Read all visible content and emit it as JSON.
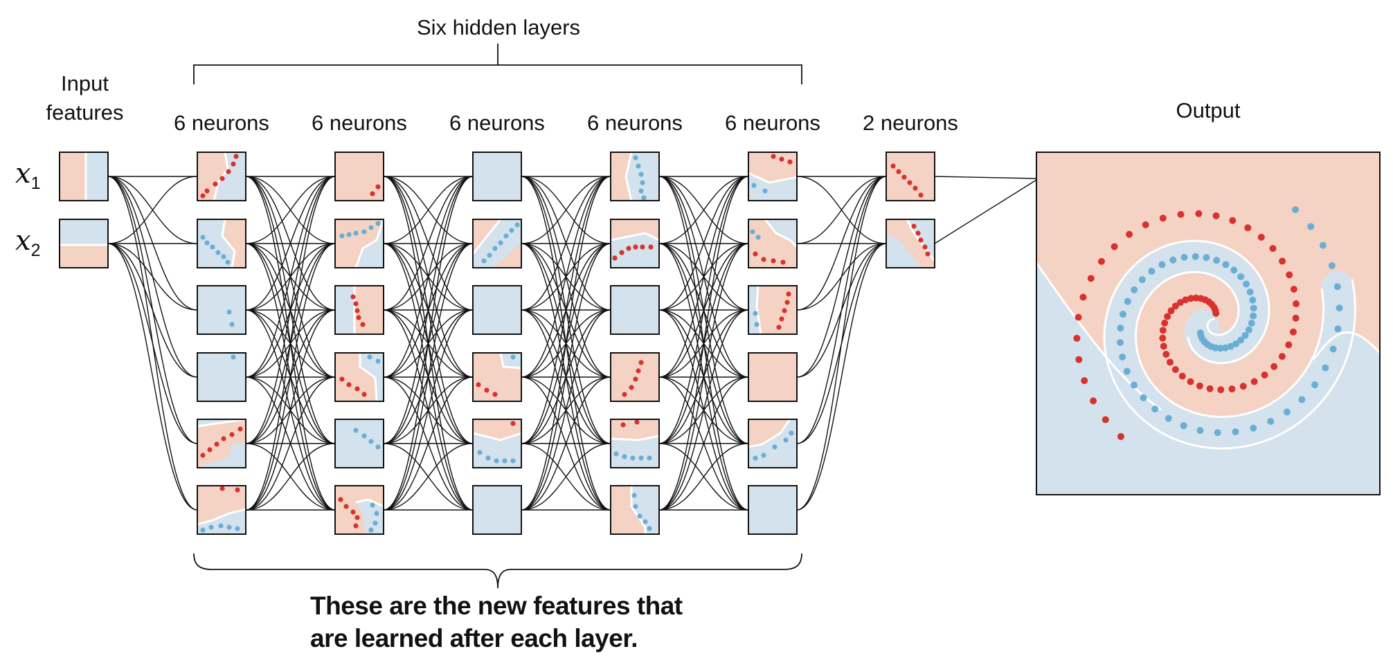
{
  "diagram": {
    "top_brace_label": "Six hidden layers",
    "input_label": "Input features",
    "inputs": [
      {
        "var": "x",
        "sub": "1"
      },
      {
        "var": "x",
        "sub": "2"
      }
    ],
    "layer_labels": [
      "6 neurons",
      "6 neurons",
      "6 neurons",
      "6 neurons",
      "6 neurons",
      "2 neurons"
    ],
    "output_label": "Output",
    "caption_lines": [
      "These are the new features that",
      "are learned after each layer."
    ]
  },
  "colors": {
    "class_red_region": "#f5d3c4",
    "class_blue_region": "#d3e2ec",
    "red_point": "#d8322e",
    "blue_point": "#6aaed6",
    "boundary": "#ffffff",
    "connection": "#111111"
  }
}
